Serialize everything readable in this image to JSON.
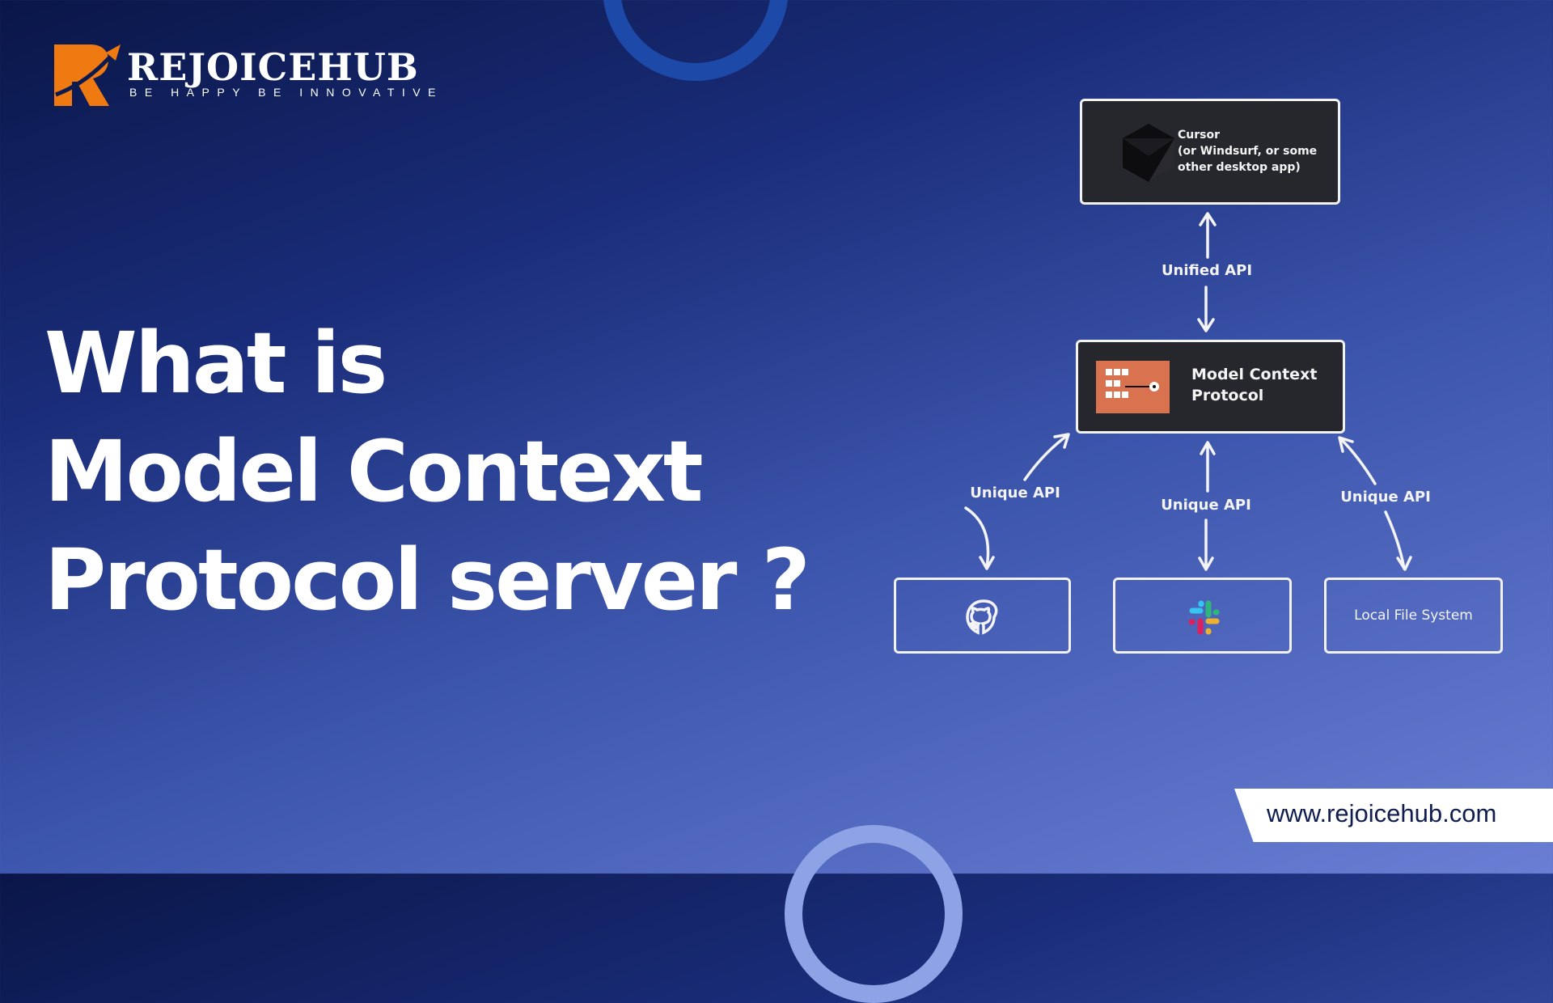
{
  "brand": {
    "name": "REJOICEHUB",
    "tagline": "BE HAPPY BE INNOVATIVE",
    "accent": "#f07a12"
  },
  "headline": {
    "line1": "What is",
    "line2": "Model Context",
    "line3": "Protocol server ?"
  },
  "diagram": {
    "client": {
      "title": "Cursor",
      "subtitle1": "(or Windsurf, or some",
      "subtitle2": "other desktop app)"
    },
    "unified_label": "Unified API",
    "mcp": {
      "line1": "Model Context",
      "line2": "Protocol",
      "icon_color": "#d9724f"
    },
    "unique_labels": [
      "Unique API",
      "Unique API",
      "Unique API"
    ],
    "targets": [
      {
        "icon": "github-icon"
      },
      {
        "icon": "slack-icon"
      },
      {
        "label": "Local File System"
      }
    ]
  },
  "website": "www.rejoicehub.com"
}
